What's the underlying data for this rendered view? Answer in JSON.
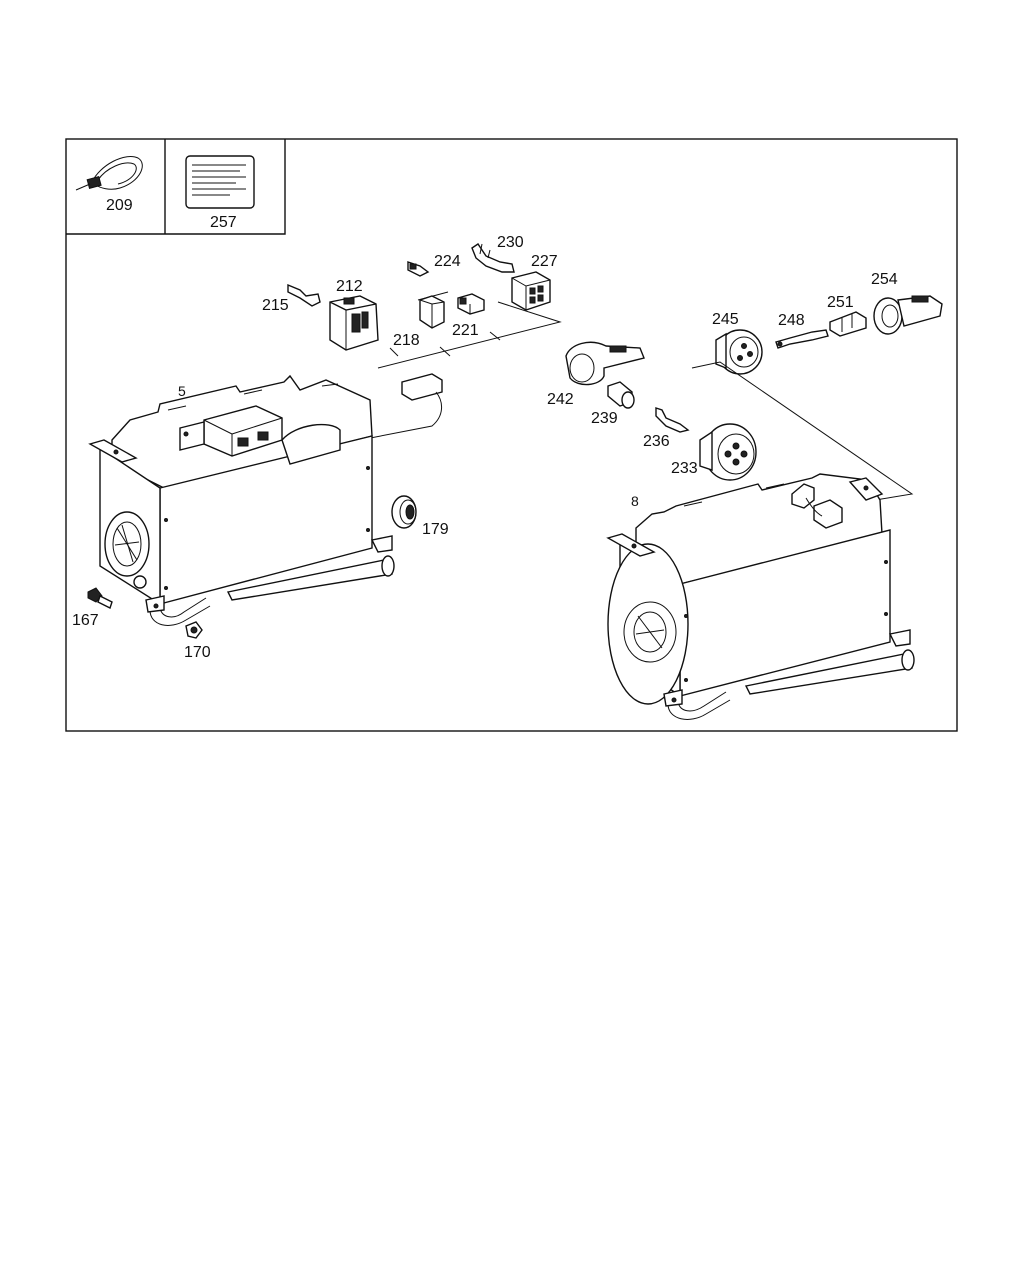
{
  "labels": {
    "l209": "209",
    "l257": "257",
    "l230": "230",
    "l224": "224",
    "l227": "227",
    "l212": "212",
    "l215": "215",
    "l218": "218",
    "l221": "221",
    "l254": "254",
    "l245": "245",
    "l248": "248",
    "l251": "251",
    "l5": "5",
    "l242": "242",
    "l239": "239",
    "l236": "236",
    "l233": "233",
    "l8": "8",
    "l179": "179",
    "l167": "167",
    "l170": "170"
  },
  "icons": {
    "cable_tie": "cable-tie-icon",
    "document": "document-icon"
  }
}
